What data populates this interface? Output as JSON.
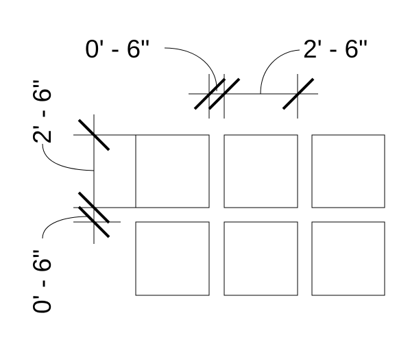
{
  "drawing": {
    "line_color": "#000000",
    "background_color": "#ffffff"
  },
  "dimensions": {
    "top_left": {
      "text": "0' - 6\""
    },
    "top_right": {
      "text": "2' - 6\""
    },
    "left_upper": {
      "text": "2' - 6\""
    },
    "left_lower": {
      "text": "0' - 6\""
    }
  }
}
